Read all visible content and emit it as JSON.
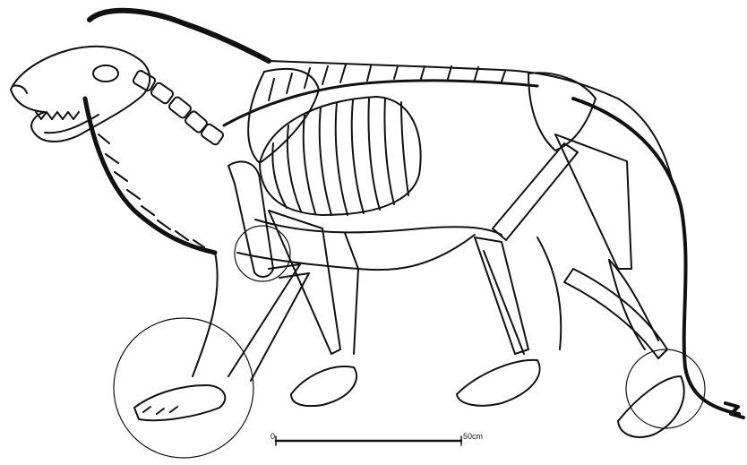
{
  "figure": {
    "subject": "lion-skeleton-in-body-outline",
    "scale_bar": {
      "start_label": "0",
      "end_label": "50cm"
    },
    "highlight_circles": 3,
    "colors": {
      "ink": "#111111",
      "paper": "#ffffff"
    }
  }
}
